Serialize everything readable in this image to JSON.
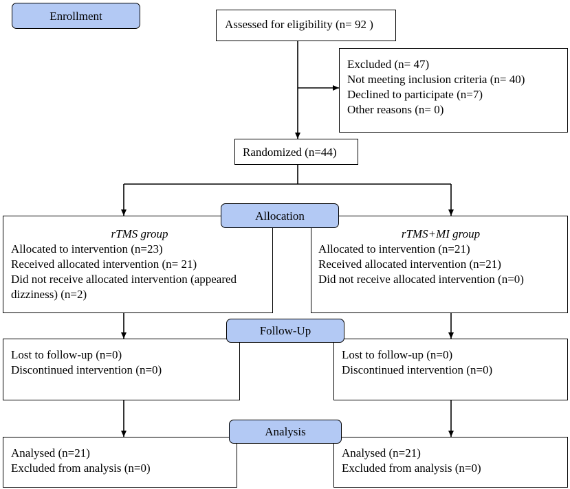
{
  "stages": {
    "enrollment": "Enrollment",
    "allocation": "Allocation",
    "follow_up": "Follow-Up",
    "analysis": "Analysis"
  },
  "assessed": "Assessed for eligibility (n= 92 )",
  "excluded": {
    "title": "Excluded  (n= 47)",
    "reasons": [
      "Not meeting inclusion criteria (n= 40)",
      "Declined to participate (n=7)",
      "Other reasons (n= 0)"
    ]
  },
  "randomized": "Randomized (n=44)",
  "groups": [
    {
      "name": "rTMS group",
      "allocation": [
        "Allocated to intervention (n=23)",
        "Received allocated intervention (n= 21)",
        "Did not receive allocated intervention (appeared dizziness) (n=2)"
      ],
      "follow_up": [
        "Lost to follow-up (n=0)",
        "Discontinued intervention (n=0)"
      ],
      "analysis": [
        "Analysed  (n=21)",
        "Excluded from analysis  (n=0)"
      ]
    },
    {
      "name": "rTMS+MI group",
      "allocation": [
        "Allocated to intervention (n=21)",
        "Received allocated intervention (n=21)",
        "Did not receive allocated intervention (n=0)"
      ],
      "follow_up": [
        "Lost to follow-up (n=0)",
        "Discontinued intervention (n=0)"
      ],
      "analysis": [
        "Analysed  (n=21)",
        "Excluded from analysis  (n=0)"
      ]
    }
  ]
}
